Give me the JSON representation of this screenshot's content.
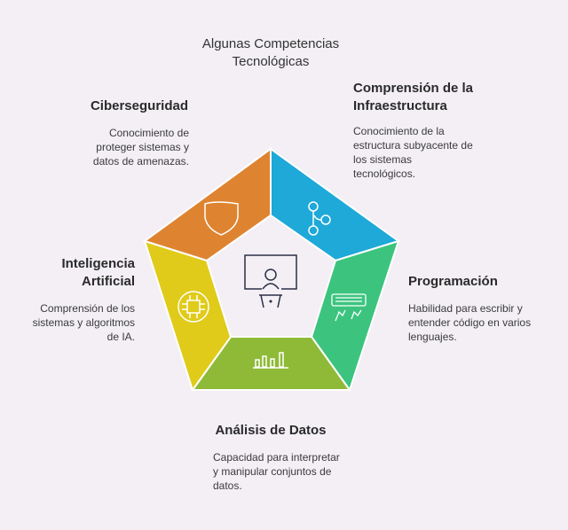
{
  "title": "Algunas Competencias Tecnológicas",
  "colors": {
    "ciber": "#de8431",
    "infra": "#1ea9d8",
    "prog": "#3cc47f",
    "datos": "#8fba38",
    "ia": "#e0cb1a"
  },
  "items": [
    {
      "heading": "Ciberseguridad",
      "desc": "Conocimiento de proteger sistemas y datos de amenazas.",
      "icon": "shield-icon"
    },
    {
      "heading": "Comprensión de la Infraestructura",
      "desc": "Conocimiento de la estructura subyacente de los sistemas tecnológicos.",
      "icon": "branch-icon"
    },
    {
      "heading": "Programación",
      "desc": "Habilidad para escribir y entender código en varios lenguajes.",
      "icon": "keyboard-hands-icon"
    },
    {
      "heading": "Análisis de Datos",
      "desc": "Capacidad para interpretar y manipular conjuntos de datos.",
      "icon": "bar-chart-icon"
    },
    {
      "heading": "Inteligencia Artificial",
      "desc": "Comprensión de los sistemas y algoritmos de IA.",
      "icon": "ai-brain-chip-icon"
    }
  ],
  "center_icon": "presenter-icon"
}
